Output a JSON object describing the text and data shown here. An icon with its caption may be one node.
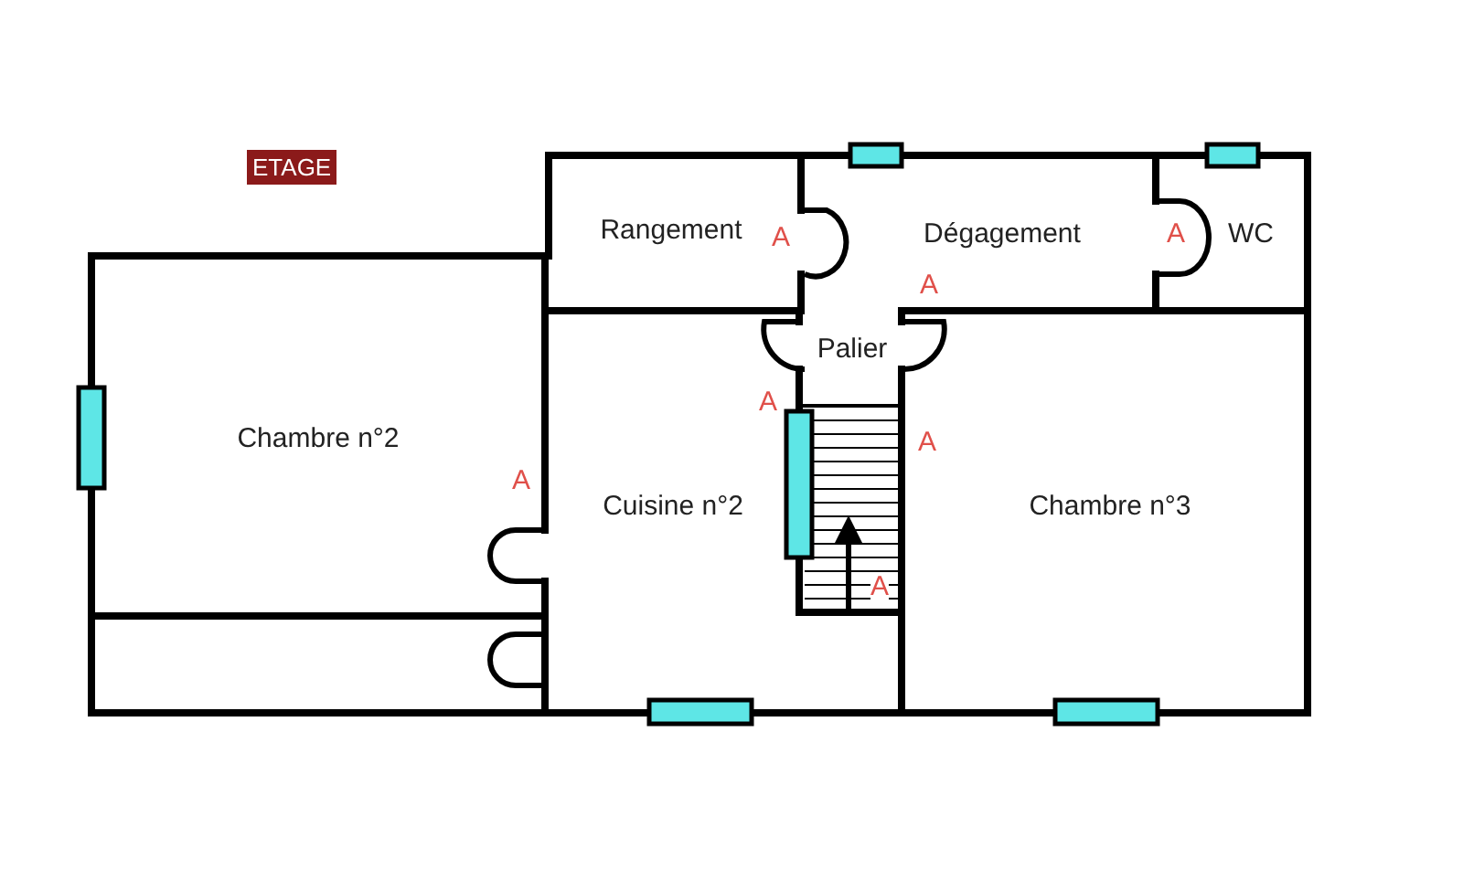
{
  "diagram": {
    "title": "ETAGE",
    "nodes": [
      {
        "text": [
          "Rangement"
        ]
      },
      {
        "text": [
          "Dégagement"
        ]
      },
      {
        "text": [
          "WC"
        ]
      },
      {
        "text": [
          "Palier"
        ]
      },
      {
        "text": [
          "Chambre n°2"
        ]
      },
      {
        "text": [
          "Cuisine n°2"
        ]
      },
      {
        "text": [
          "Chambre n°3"
        ]
      },
      {
        "text": [],
        "shape": "box"
      }
    ],
    "edges": [],
    "labels": [
      "A",
      "A",
      "A",
      "A",
      "A",
      "A",
      "A"
    ]
  }
}
